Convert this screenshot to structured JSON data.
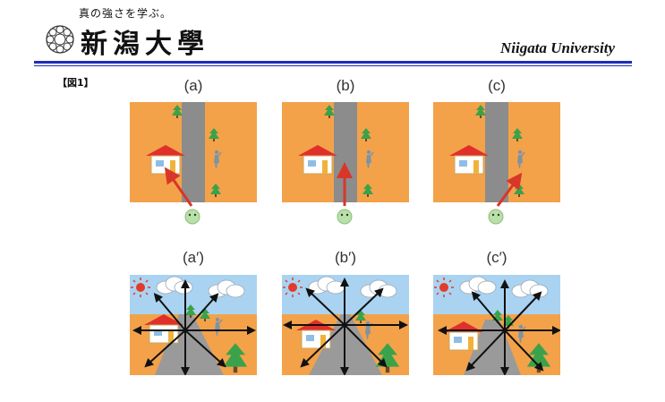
{
  "header": {
    "tagline": "真の強さを学ぶ。",
    "university_jp": "新潟大學",
    "university_en": "Niigata University"
  },
  "figure": {
    "label": "【図1】",
    "top_captions": [
      "(a)",
      "(b)",
      "(c)"
    ],
    "bottom_captions": [
      "(a′)",
      "(b′)",
      "(c′)"
    ]
  },
  "colors": {
    "rule": "#1d2fb5",
    "ground": "#f3a24a",
    "road": "#8c8c8c",
    "sky": "#a9d3f1",
    "tree": "#3aa24a",
    "roof": "#e0302a",
    "arrow": "#d9362a",
    "sun": "#e33a2a"
  }
}
